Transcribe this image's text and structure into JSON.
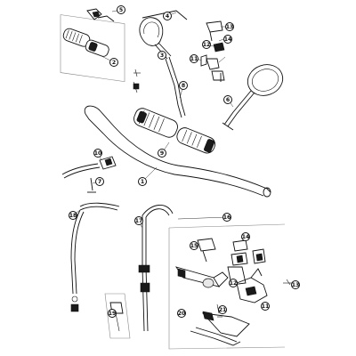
{
  "diagram": {
    "callouts": [
      "5",
      "2",
      "4",
      "3",
      "13",
      "12",
      "14",
      "11",
      "8",
      "6",
      "9",
      "10",
      "1",
      "7",
      "18",
      "17",
      "16",
      "15",
      "14",
      "19",
      "20",
      "21",
      "11",
      "12",
      "13"
    ]
  }
}
